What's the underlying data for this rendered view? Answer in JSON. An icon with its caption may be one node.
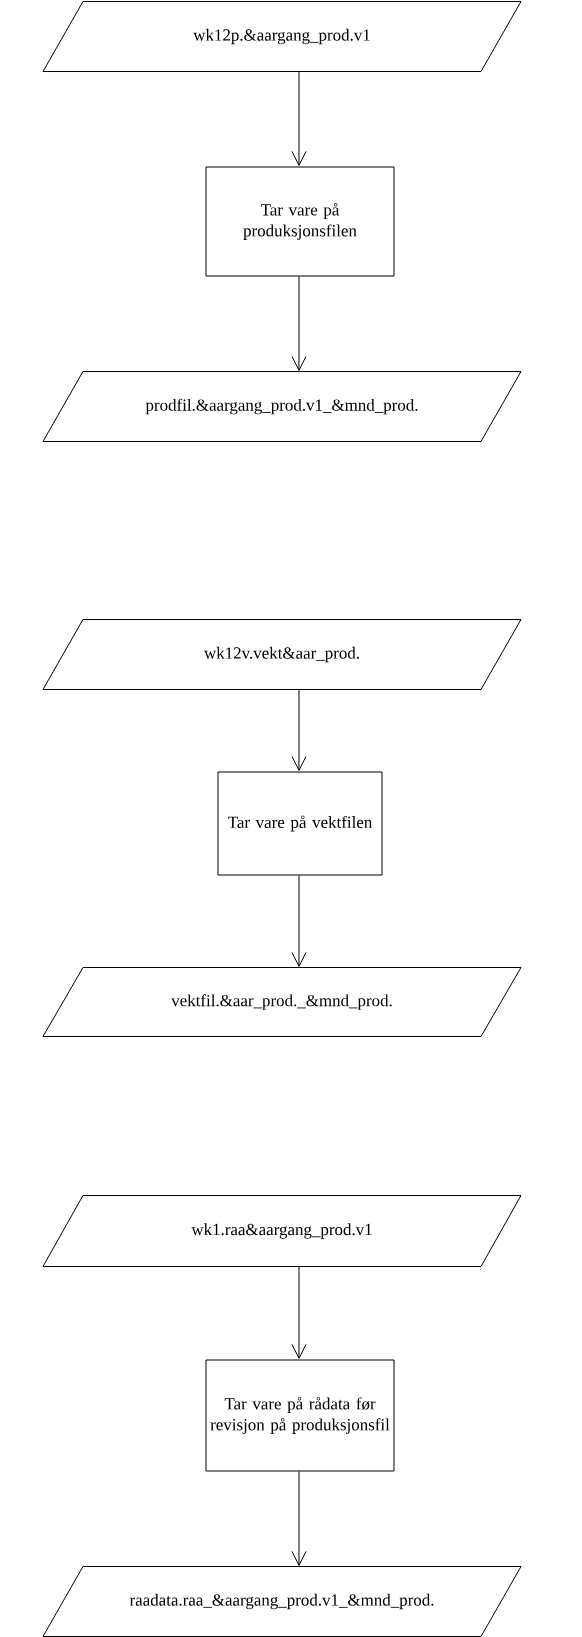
{
  "diagram": {
    "nodes": [
      {
        "text": [
          "wk12p.&aargang_prod.v1"
        ]
      },
      {
        "text": [
          "Tar vare på produksjonsfilen"
        ]
      },
      {
        "text": [
          "prodfil.&aargang_prod.v1_&mnd_prod."
        ]
      },
      {
        "text": [
          "wk12v.vekt&aar_prod."
        ]
      },
      {
        "text": [
          "Tar vare på vektfilen"
        ]
      },
      {
        "text": [
          "vektfil.&aar_prod._&mnd_prod."
        ]
      },
      {
        "text": [
          "wk1.raa&aargang_prod.v1"
        ]
      },
      {
        "text": [
          "Tar vare på rådata før revisjon på produksjonsfil"
        ]
      },
      {
        "text": [
          "raadata.raa_&aargang_prod.v1_&mnd_prod."
        ]
      }
    ],
    "edges": [
      {
        "from": 0,
        "to": 1,
        "arrow": "to"
      },
      {
        "from": 1,
        "to": 2,
        "arrow": "to"
      },
      {
        "from": 3,
        "to": 4,
        "arrow": "to"
      },
      {
        "from": 4,
        "to": 5,
        "arrow": "to"
      },
      {
        "from": 6,
        "to": 7,
        "arrow": "to"
      },
      {
        "from": 7,
        "to": 8,
        "arrow": "to"
      }
    ]
  }
}
